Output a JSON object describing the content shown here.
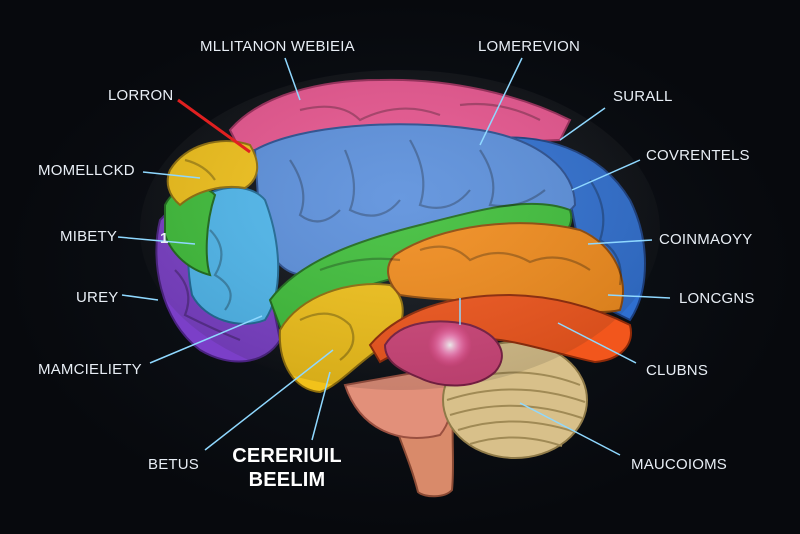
{
  "labels": {
    "top_center": "MLLITANON WEBIEIA",
    "top_right": "LOMEREVION",
    "left_1": "LORRON",
    "right_1": "SURALL",
    "left_2": "MOMELLCKD",
    "right_2": "COVRENTELS",
    "left_3": "MIBETY",
    "right_3": "COINMAOYY",
    "left_4": "UREY",
    "right_4": "LONCGNS",
    "left_5": "MAMCIELIETY",
    "right_5": "CLUBNS",
    "bottom_left": "BETUS",
    "bottom_center_line1": "CERERIUIL",
    "bottom_center_line2": "BEELIM",
    "bottom_right": "MAUCOIOMS",
    "marker": "1"
  },
  "colors": {
    "background": "#07090d",
    "frontal_pink": "#e8558f",
    "parietal_blue": "#3f7fd8",
    "light_blue": "#4fb8ee",
    "green": "#3fbf3a",
    "yellow": "#f2c21a",
    "orange": "#f28c1c",
    "red_orange": "#f2561c",
    "purple": "#7b3fc8",
    "cerebellum": "#d8c08a",
    "brainstem": "#d98a6a",
    "leader_line": "#8fd8ff",
    "red_pointer": "#e02020"
  }
}
